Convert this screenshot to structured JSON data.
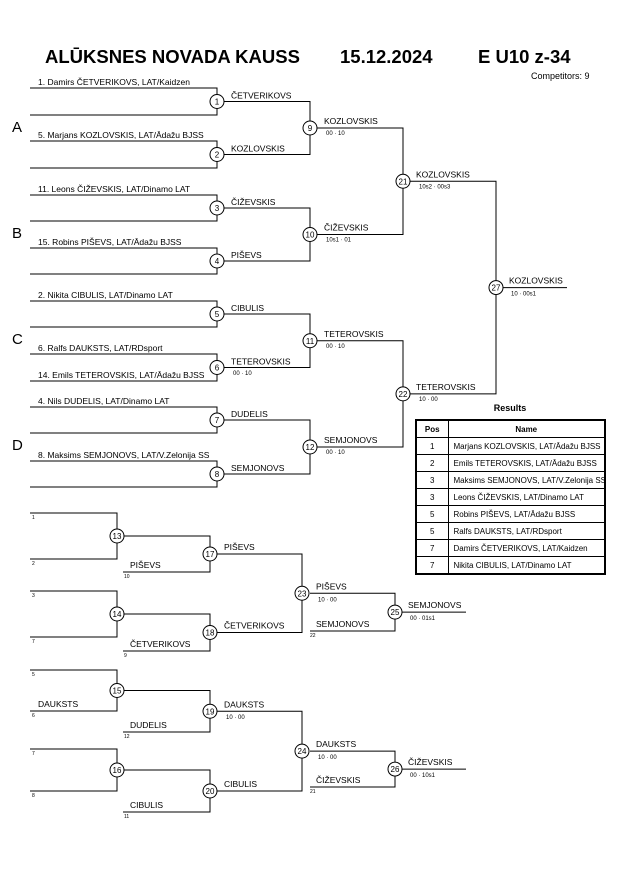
{
  "header": {
    "title_main": "ALŪKSNES NOVADA KAUSS",
    "date": "15.12.2024",
    "category": "E U10 z-34",
    "competitors": "Competitors: 9"
  },
  "pools": [
    "A",
    "B",
    "C",
    "D"
  ],
  "entries": [
    "1. Damirs ČETVERIKOVS, LAT/Kaidzen",
    "5. Marjans KOZLOVSKIS, LAT/Ādažu BJSS",
    "11. Leons ČIŽEVSKIS, LAT/Dinamo LAT",
    "15. Robins PIŠEVS, LAT/Ādažu BJSS",
    "2. Nikita CIBULIS, LAT/Dinamo LAT",
    "6. Ralfs DAUKSTS, LAT/RDsport",
    "14. Emils TETEROVSKIS, LAT/Ādažu BJSS",
    "4. Nils DUDELIS, LAT/Dinamo LAT",
    "8. Maksims SEMJONOVS, LAT/V.Zelonija SS"
  ],
  "main_bracket": {
    "round1": [
      {
        "bout": "1",
        "winner": "ČETVERIKOVS"
      },
      {
        "bout": "2",
        "winner": "KOZLOVSKIS"
      },
      {
        "bout": "3",
        "winner": "ČIŽEVSKIS"
      },
      {
        "bout": "4",
        "winner": "PIŠEVS"
      },
      {
        "bout": "5",
        "winner": "CIBULIS"
      },
      {
        "bout": "6",
        "winner": "TETEROVSKIS",
        "score": "00 · 10"
      },
      {
        "bout": "7",
        "winner": "DUDELIS"
      },
      {
        "bout": "8",
        "winner": "SEMJONOVS"
      }
    ],
    "round2": [
      {
        "bout": "9",
        "winner": "KOZLOVSKIS",
        "score": "00 · 10"
      },
      {
        "bout": "10",
        "winner": "ČIŽEVSKIS",
        "score": "10s1 · 01"
      },
      {
        "bout": "11",
        "winner": "TETEROVSKIS",
        "score": "00 · 10"
      },
      {
        "bout": "12",
        "winner": "SEMJONOVS",
        "score": "00 · 10"
      }
    ],
    "semis": [
      {
        "bout": "21",
        "winner": "KOZLOVSKIS",
        "score": "10s2 · 00s3"
      },
      {
        "bout": "22",
        "winner": "TETEROVSKIS",
        "score": "10 · 00"
      }
    ],
    "final": {
      "bout": "27",
      "winner": "KOZLOVSKIS",
      "score": "10 · 00s1"
    }
  },
  "repechage": {
    "bouts_r1": [
      "13",
      "14",
      "15",
      "16"
    ],
    "slot_numbers": [
      "1",
      "2",
      "3",
      "7",
      "5",
      "6",
      "7",
      "8"
    ],
    "slot_names": [
      "",
      "",
      "",
      "",
      "",
      "DAUKSTS",
      "",
      ""
    ],
    "r2": [
      {
        "bout": "17",
        "winner": "PIŠEVS",
        "opponent": "PIŠEVS",
        "opponent_slot": "10"
      },
      {
        "bout": "18",
        "winner": "ČETVERIKOVS",
        "opponent": "ČETVERIKOVS",
        "opponent_slot": "9"
      },
      {
        "bout": "19",
        "winner": "DAUKSTS",
        "score": "10 · 00",
        "opponent": "DUDELIS",
        "opponent_slot": "12"
      },
      {
        "bout": "20",
        "winner": "CIBULIS",
        "opponent": "CIBULIS",
        "opponent_slot": "11"
      }
    ],
    "r3": [
      {
        "bout": "23",
        "winner": "PIŠEVS",
        "score": "10 · 00",
        "opponent": "SEMJONOVS",
        "opponent_slot": "22"
      },
      {
        "bout": "24",
        "winner": "DAUKSTS",
        "score": "10 · 00",
        "opponent": "ČIŽEVSKIS",
        "opponent_slot": "21"
      }
    ],
    "bronze": [
      {
        "bout": "25",
        "winner": "SEMJONOVS",
        "score": "00 · 01s1"
      },
      {
        "bout": "26",
        "winner": "ČIŽEVSKIS",
        "score": "00 · 10s1"
      }
    ]
  },
  "results": {
    "title": "Results",
    "headers": [
      "Pos",
      "Name"
    ],
    "rows": [
      {
        "pos": "1",
        "name": "Marjans KOZLOVSKIS, LAT/Ādažu BJSS"
      },
      {
        "pos": "2",
        "name": "Emils TETEROVSKIS, LAT/Ādažu BJSS"
      },
      {
        "pos": "3",
        "name": "Maksims SEMJONOVS, LAT/V.Zelonija SS"
      },
      {
        "pos": "3",
        "name": "Leons ČIŽEVSKIS, LAT/Dinamo LAT"
      },
      {
        "pos": "5",
        "name": "Robins PIŠEVS, LAT/Ādažu BJSS"
      },
      {
        "pos": "5",
        "name": "Ralfs DAUKSTS, LAT/RDsport"
      },
      {
        "pos": "7",
        "name": "Damirs ČETVERIKOVS, LAT/Kaidzen"
      },
      {
        "pos": "7",
        "name": "Nikita CIBULIS, LAT/Dinamo LAT"
      }
    ]
  }
}
